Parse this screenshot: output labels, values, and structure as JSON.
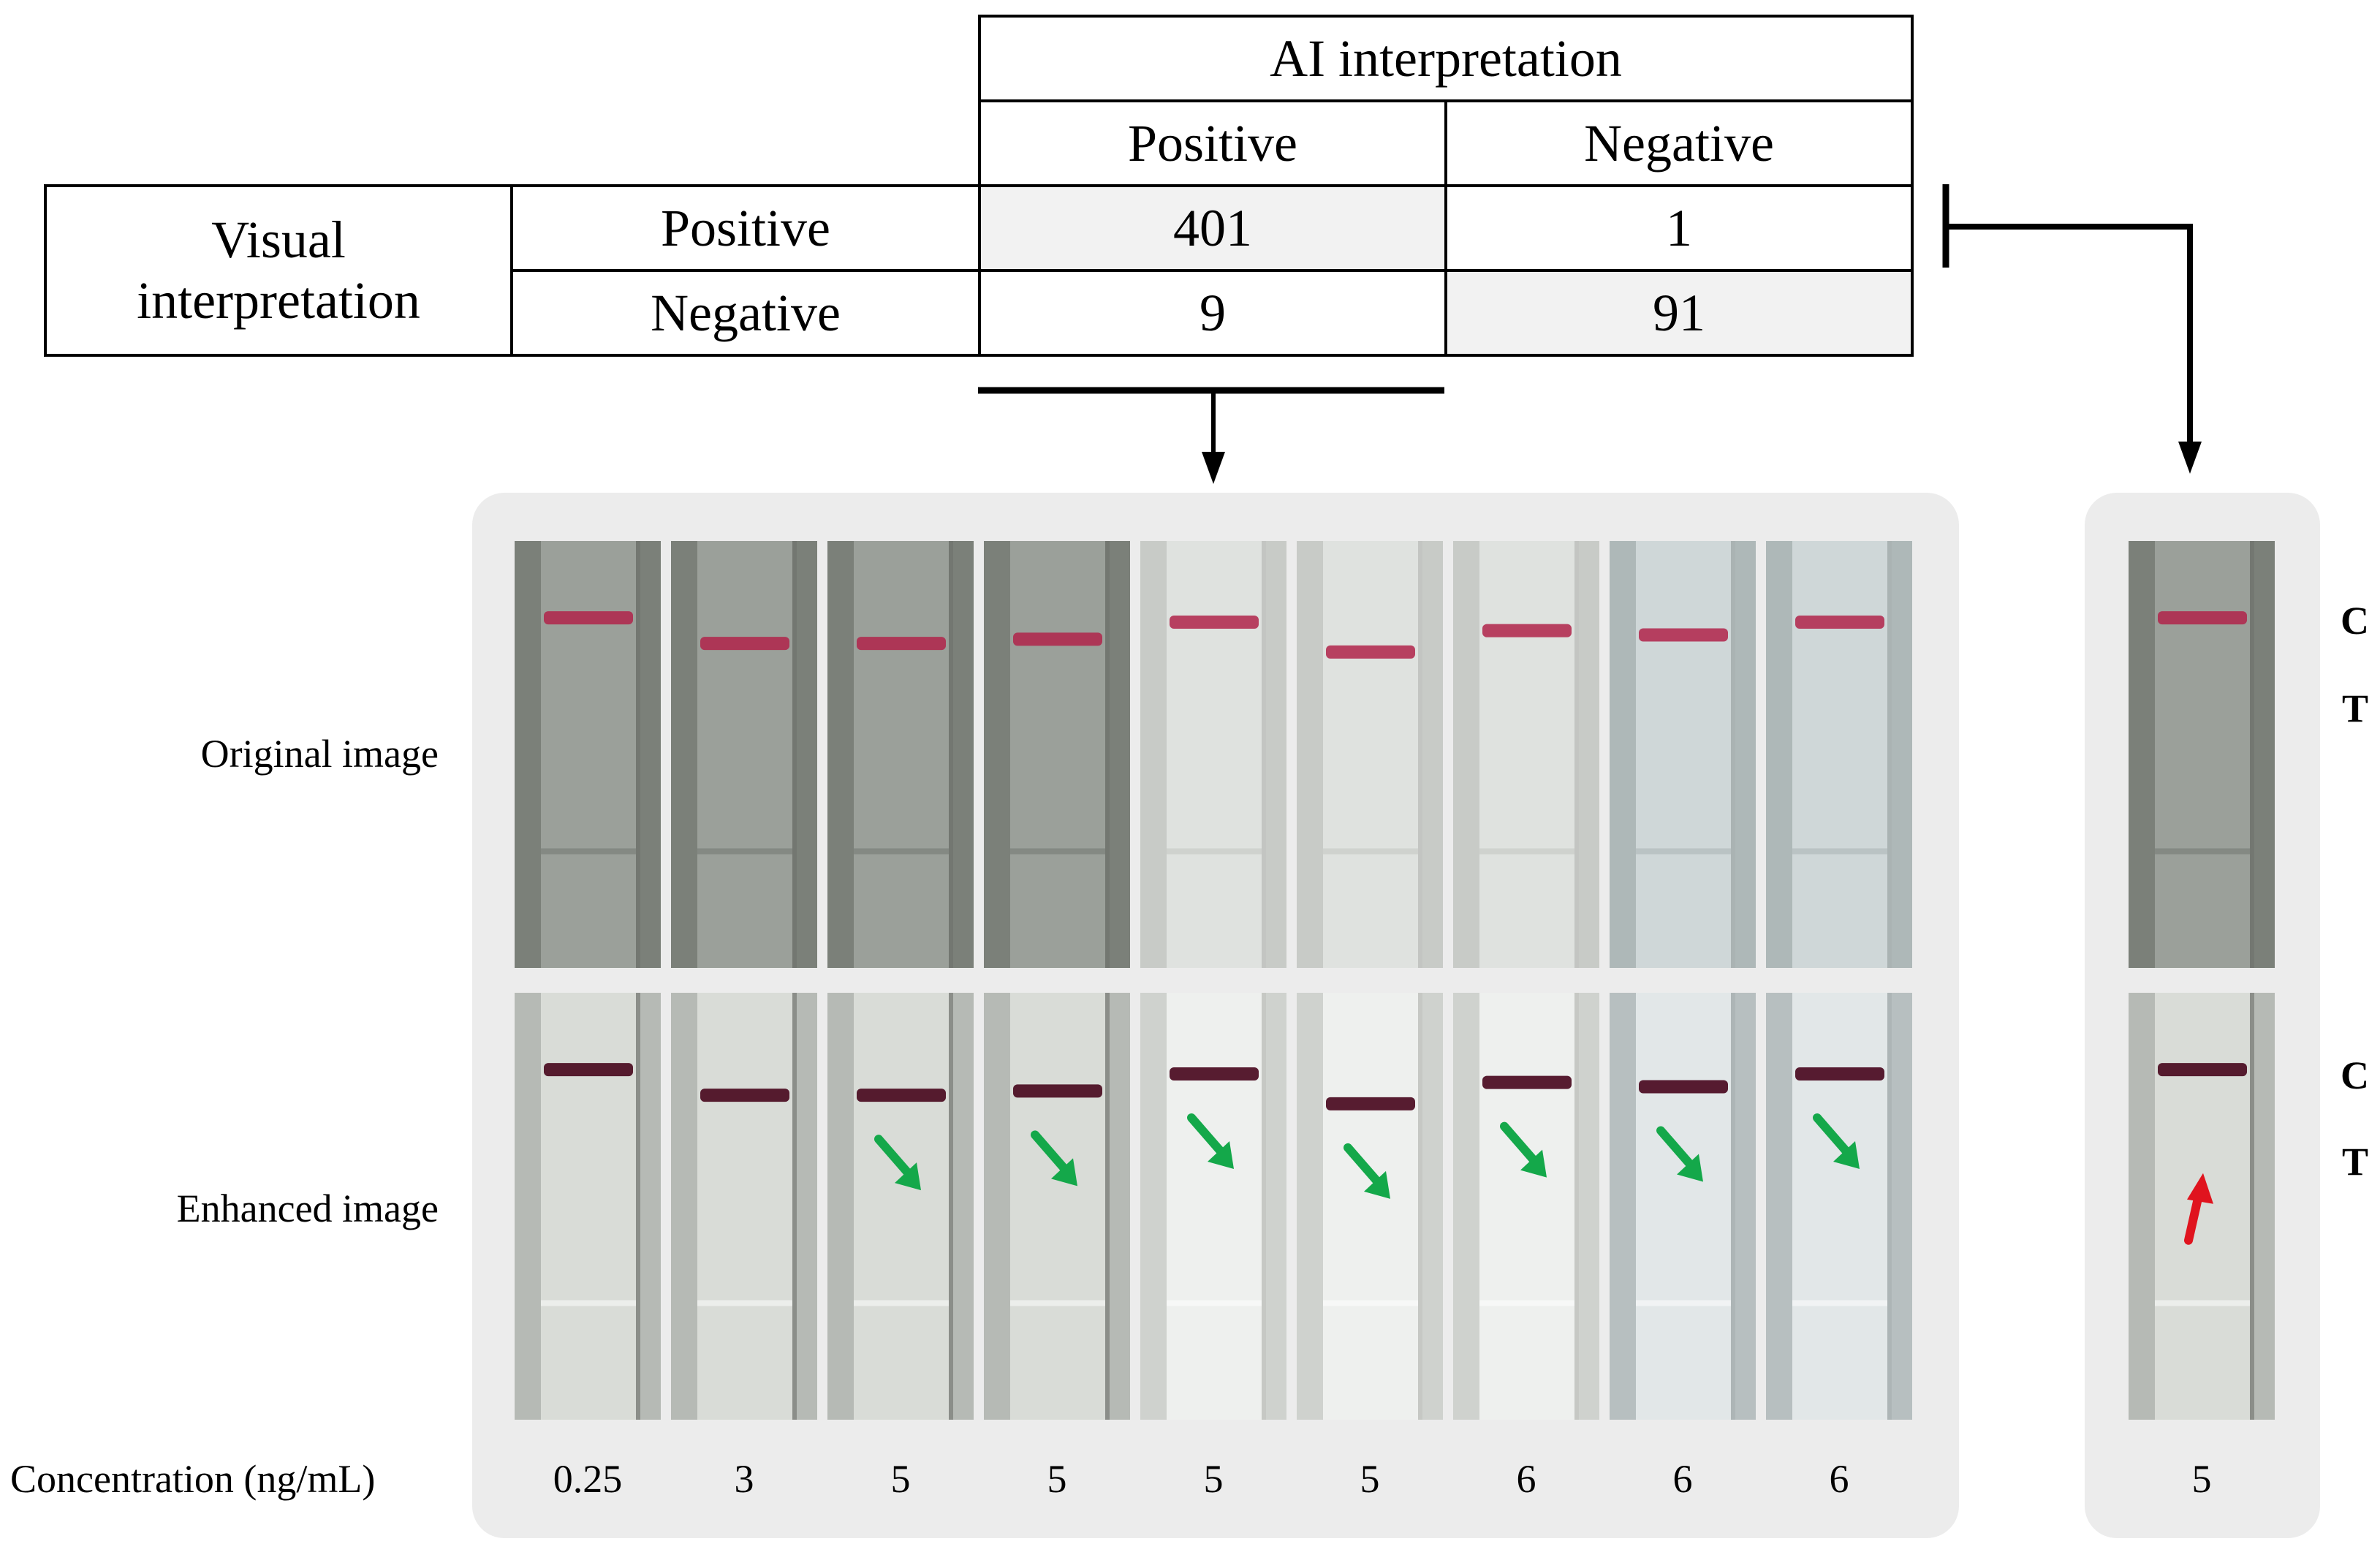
{
  "table": {
    "ai_header": "AI interpretation",
    "col_positive": "Positive",
    "col_negative": "Negative",
    "row_group": "Visual\ninterpretation",
    "row_positive": "Positive",
    "row_negative": "Negative",
    "counts": {
      "pos_pos": "401",
      "pos_neg": "1",
      "neg_pos": "9",
      "neg_neg": "91"
    }
  },
  "row_labels": {
    "original": "Original image",
    "enhanced": "Enhanced image",
    "concentration": "Concentration (ng/mL)"
  },
  "line_labels": {
    "c": "C",
    "t": "T",
    "c2": "C",
    "t2": "T"
  },
  "strips": [
    {
      "concentration": "0.25",
      "tone": "dark",
      "c_line": 0.18,
      "arrow": "none"
    },
    {
      "concentration": "3",
      "tone": "dark",
      "c_line": 0.24,
      "arrow": "none"
    },
    {
      "concentration": "5",
      "tone": "dark",
      "c_line": 0.24,
      "arrow": "green"
    },
    {
      "concentration": "5",
      "tone": "dark",
      "c_line": 0.23,
      "arrow": "green"
    },
    {
      "concentration": "5",
      "tone": "light",
      "c_line": 0.19,
      "arrow": "green"
    },
    {
      "concentration": "5",
      "tone": "light",
      "c_line": 0.26,
      "arrow": "green"
    },
    {
      "concentration": "6",
      "tone": "light",
      "c_line": 0.21,
      "arrow": "green"
    },
    {
      "concentration": "6",
      "tone": "bluish",
      "c_line": 0.22,
      "arrow": "green"
    },
    {
      "concentration": "6",
      "tone": "bluish",
      "c_line": 0.19,
      "arrow": "green"
    }
  ],
  "side_strip": {
    "concentration": "5",
    "tone": "dark",
    "c_line": 0.18,
    "arrow": "red"
  },
  "colors": {
    "c_line": "#b0234a",
    "enhanced_line": "#4a0a20",
    "green_arrow": "#14a84a",
    "red_arrow": "#e0141e",
    "panel": "#ececec",
    "shade": "#f2f2f2"
  }
}
